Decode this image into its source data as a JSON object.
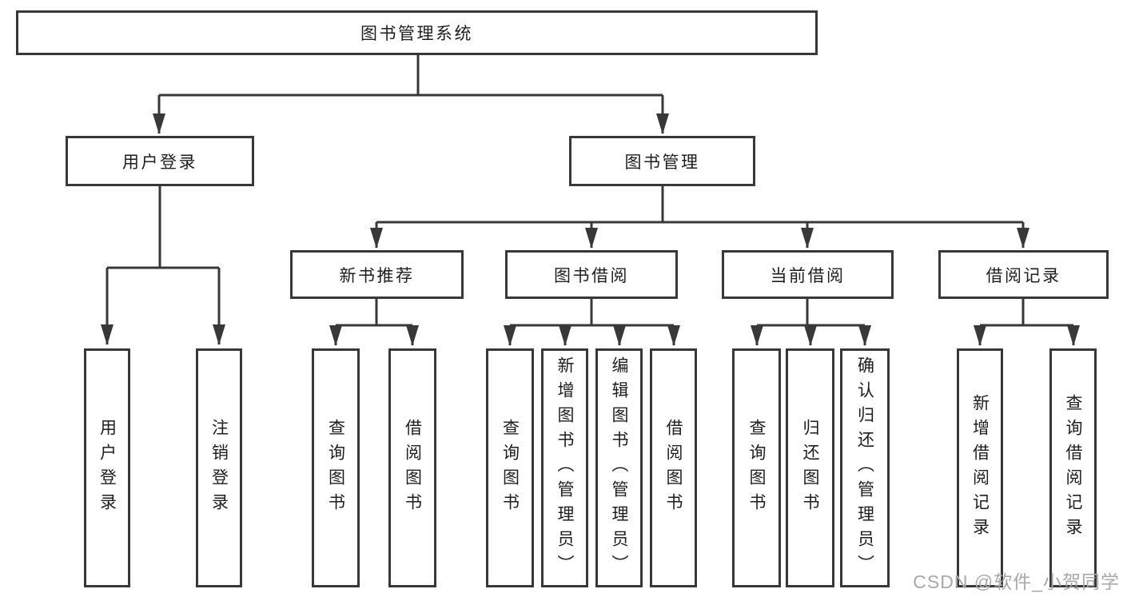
{
  "tree": {
    "label": "图书管理系统",
    "children": [
      {
        "label": "用户登录",
        "children": [
          {
            "label": "用户登录"
          },
          {
            "label": "注销登录"
          }
        ]
      },
      {
        "label": "图书管理",
        "children": [
          {
            "label": "新书推荐",
            "children": [
              {
                "label": "查询图书"
              },
              {
                "label": "借阅图书"
              }
            ]
          },
          {
            "label": "图书借阅",
            "children": [
              {
                "label": "查询图书"
              },
              {
                "label": "新增图书（管理员）"
              },
              {
                "label": "编辑图书（管理员）"
              },
              {
                "label": "借阅图书"
              }
            ]
          },
          {
            "label": "当前借阅",
            "children": [
              {
                "label": "查询图书"
              },
              {
                "label": "归还图书"
              },
              {
                "label": "确认归还（管理员）"
              }
            ]
          },
          {
            "label": "借阅记录",
            "children": [
              {
                "label": "新增借阅记录"
              },
              {
                "label": "查询借阅记录"
              }
            ]
          }
        ]
      }
    ]
  },
  "watermark": {
    "text": "CSDN @软件_小贺同学"
  },
  "colors": {
    "line": "#383838",
    "text": "#1e1e1e",
    "box_background": "#ffffff",
    "watermark": "#a8a8a8"
  }
}
